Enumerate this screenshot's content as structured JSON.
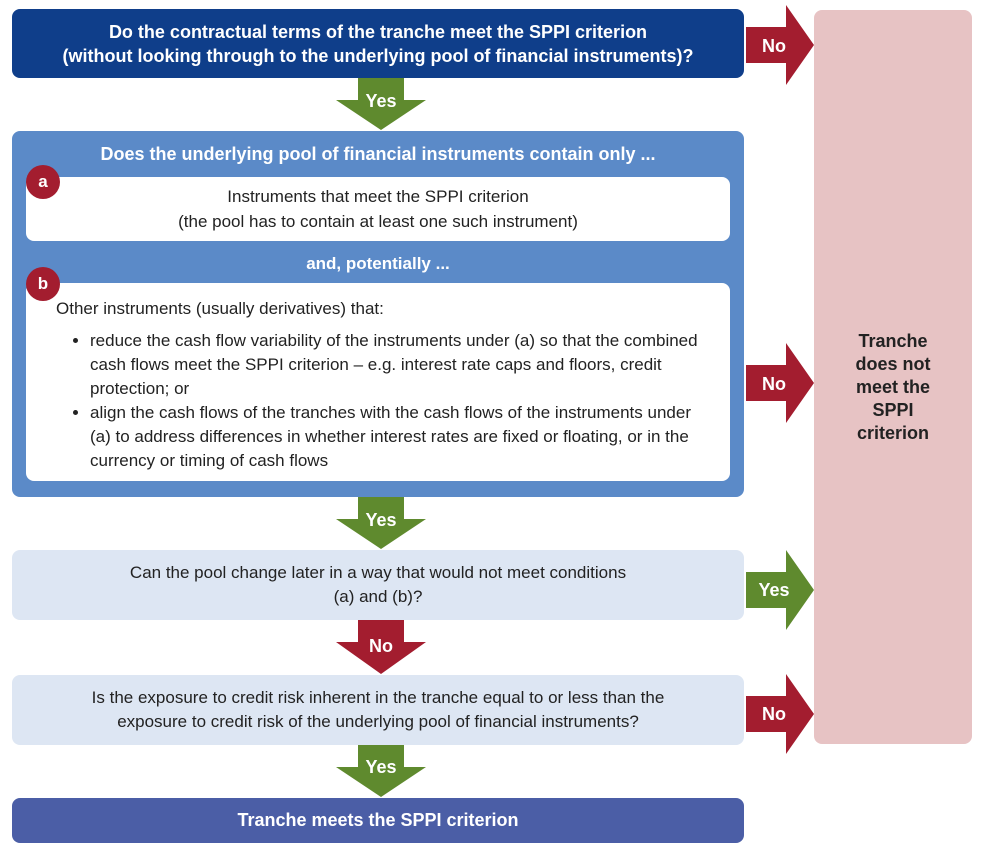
{
  "q1": {
    "line1": "Do the contractual terms of the tranche meet the SPPI criterion",
    "line2": "(without looking through to the underlying pool of financial instruments)?"
  },
  "q2": {
    "title": "Does the underlying pool of financial instruments contain only ...",
    "a": {
      "badge": "a",
      "line1": "Instruments that meet the SPPI criterion",
      "line2": "(the pool has to contain at least one such instrument)"
    },
    "connector": "and, potentially ...",
    "b": {
      "badge": "b",
      "intro": "Other instruments (usually derivatives) that:",
      "bullets": [
        "reduce the cash flow variability of the instruments under (a) so that the combined cash flows meet the SPPI criterion – e.g. interest rate caps and floors, credit protection; or",
        "align the cash flows of the tranches with the cash flows of the instruments under (a) to address differences in whether interest rates are fixed or floating, or in the currency or timing of cash flows"
      ]
    }
  },
  "q3": {
    "line1": "Can the pool change later in a way that would not meet conditions",
    "line2": "(a) and (b)?"
  },
  "q4": {
    "line1": "Is the exposure to credit risk inherent in the tranche equal to or less than the",
    "line2": "exposure to credit risk of the underlying pool of financial instruments?"
  },
  "final": "Tranche meets the SPPI criterion",
  "outcome": {
    "lines": [
      "Tranche",
      "does not",
      "meet the",
      "SPPI",
      "criterion"
    ]
  },
  "arrows": {
    "down1": "Yes",
    "down2": "Yes",
    "down3": "No",
    "down4": "Yes",
    "right1": "No",
    "right2": "No",
    "right3": "Yes",
    "right4": "No"
  },
  "colors": {
    "green": "#5f8a2e",
    "red": "#a31d2f",
    "dark_blue": "#0f3e8a",
    "mid_blue": "#5b8ac8",
    "light_blue": "#dde6f3",
    "final_blue": "#4b5ea6",
    "pink": "#e7c3c4"
  }
}
